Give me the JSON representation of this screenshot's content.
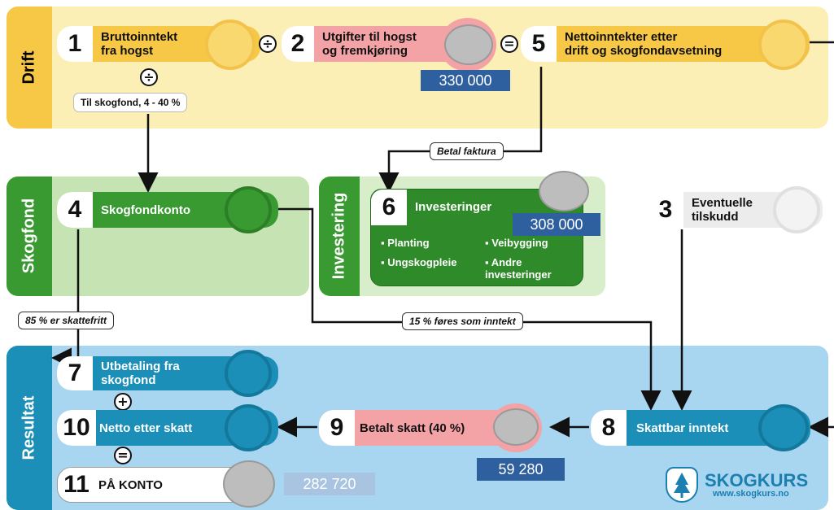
{
  "bands": {
    "drift": "Drift",
    "skogfond": "Skogfond",
    "investering": "Investering",
    "resultat": "Resultat"
  },
  "colors": {
    "yellow": "#f7c746",
    "pink": "#f3a3a6",
    "green": "#3a9a32",
    "teal": "#1b8fb7",
    "amount_bg": "#2e5f9e"
  },
  "nodes": {
    "n1": {
      "num": "1",
      "text1": "Bruttoinntekt",
      "text2": "fra hogst"
    },
    "n2": {
      "num": "2",
      "text1": "Utgifter til hogst",
      "text2": "og fremkjøring",
      "amount": "330 000"
    },
    "n5": {
      "num": "5",
      "text1": "Nettoinntekter etter",
      "text2": "drift og skogfondavsetning"
    },
    "n4": {
      "num": "4",
      "text": "Skogfondkonto"
    },
    "n6": {
      "num": "6",
      "text": "Investeringer",
      "amount": "308 000",
      "bullets": [
        "Planting",
        "Veibygging",
        "Ungskogpleie",
        "Andre investeringer"
      ]
    },
    "n3": {
      "num": "3",
      "text1": "Eventuelle",
      "text2": "tilskudd"
    },
    "n7": {
      "num": "7",
      "text1": "Utbetaling fra",
      "text2": "skogfond"
    },
    "n10": {
      "num": "10",
      "text": "Netto etter skatt"
    },
    "n11": {
      "num": "11",
      "text": "PÅ KONTO",
      "amount": "282 720"
    },
    "n9": {
      "num": "9",
      "text": "Betalt skatt (40 %)",
      "amount": "59 280"
    },
    "n8": {
      "num": "8",
      "text": "Skattbar inntekt"
    }
  },
  "operators": {
    "divide": "÷",
    "equals": "=",
    "plus": "+"
  },
  "edge_labels": {
    "skogfond": "Til skogfond,  4 - 40 %",
    "faktura": "Betal faktura",
    "skattefritt": "85 % er skattefritt",
    "inntekt": "15 % føres som inntekt"
  },
  "brand": {
    "name": "SKOGKURS",
    "url": "www.skogkurs.no"
  }
}
